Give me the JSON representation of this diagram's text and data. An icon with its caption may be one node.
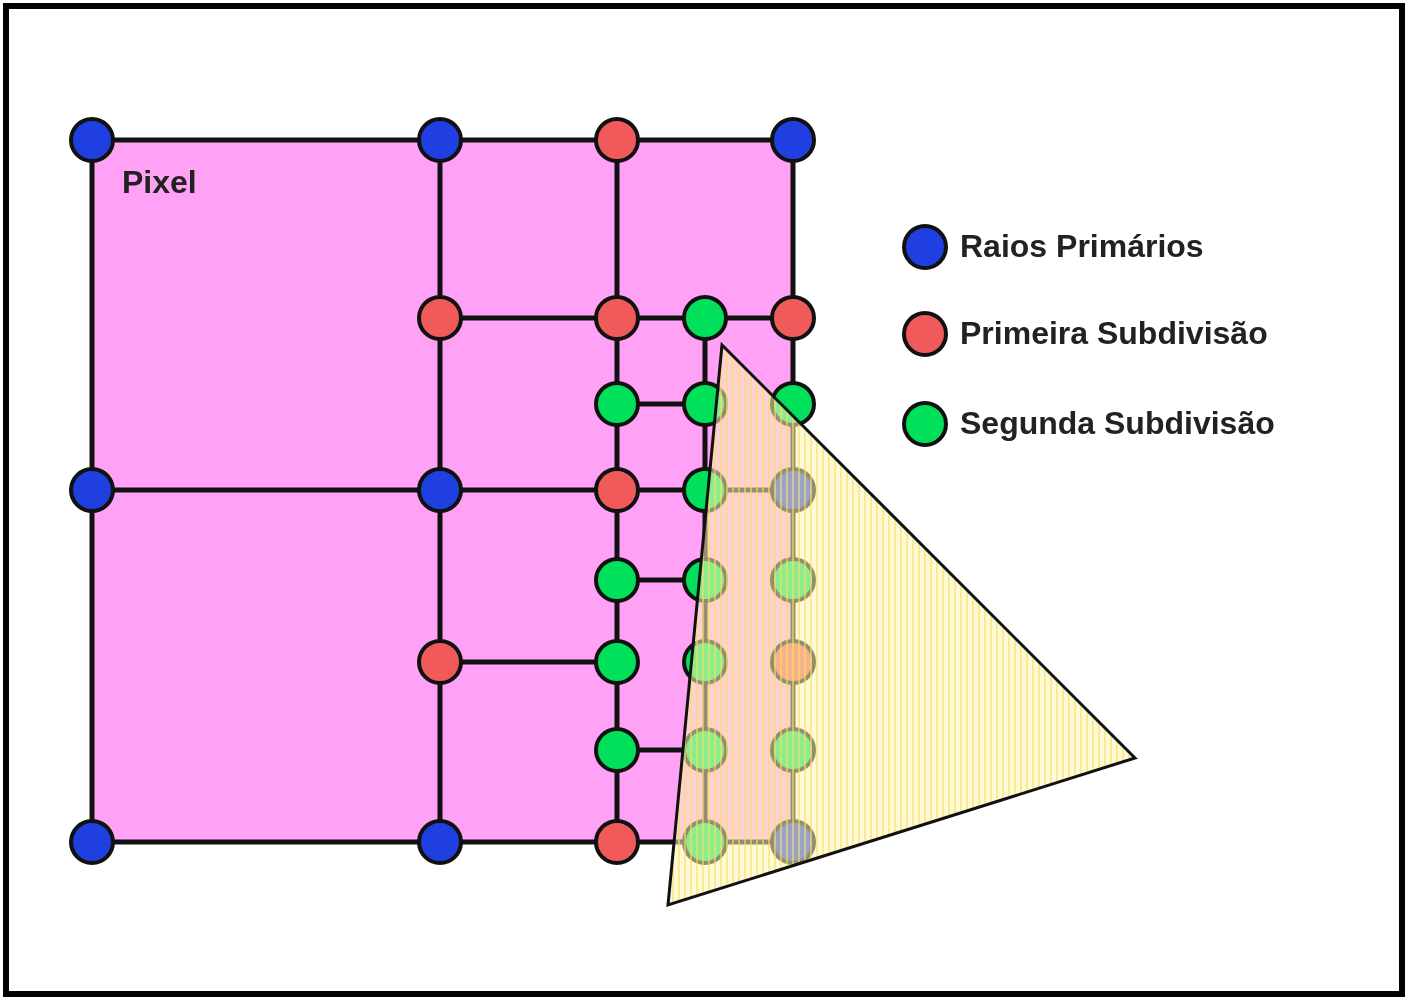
{
  "diagram": {
    "labels": [
      "Pixel"
    ],
    "legend": [
      {
        "text": "Raios Primários",
        "color": "#1f3fe0"
      },
      {
        "text": "Primeira Subdivisão",
        "color": "#f05a5a"
      },
      {
        "text": "Segunda Subdivisão",
        "color": "#00e05a"
      }
    ]
  }
}
